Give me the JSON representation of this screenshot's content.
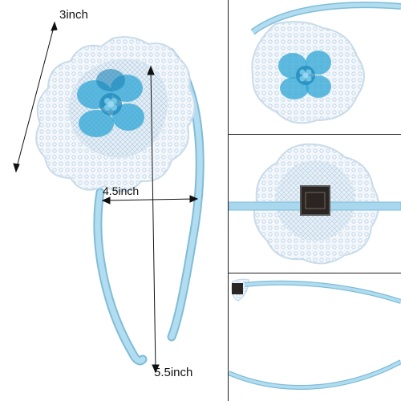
{
  "measurements": {
    "width_label": "3inch",
    "mid_label": "4.5inch",
    "height_label": "5.5inch"
  },
  "colors": {
    "band": "#a9d8ee",
    "band_shadow": "#7fbcd8",
    "lace": "#eef5fb",
    "lace_edge": "#c9dbea",
    "flower": "#2ea6d6",
    "flower_dark": "#1a84b8",
    "pearl": "#6fc6e6",
    "tag": "#2a2522",
    "divider": "#222222"
  },
  "icons": {
    "main": "headband-with-lace-flower",
    "top_right": "flower-closeup",
    "middle_right": "back-view-with-tag",
    "bottom_right": "side-view-band"
  }
}
